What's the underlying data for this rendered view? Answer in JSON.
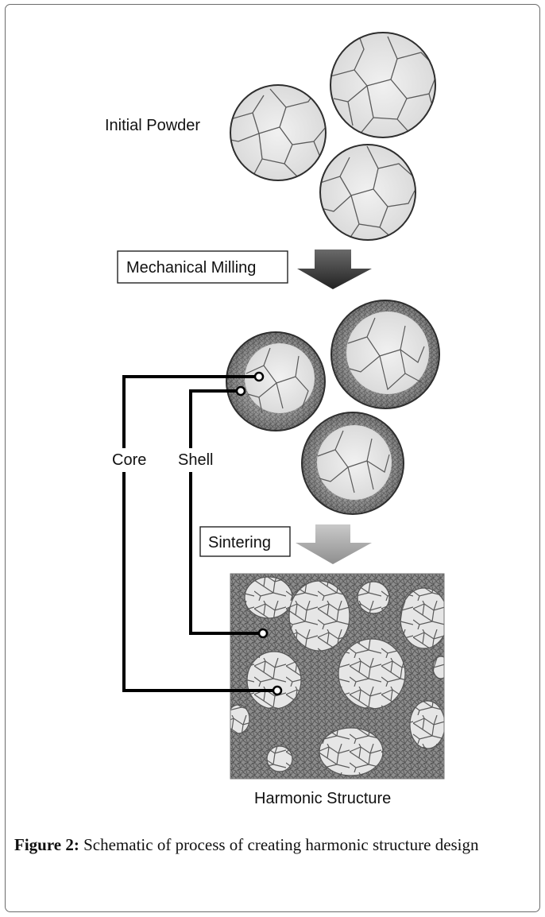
{
  "labels": {
    "initial_powder": "Initial Powder",
    "mechanical_milling": "Mechanical Milling",
    "core": "Core",
    "shell": "Shell",
    "sintering": "Sintering",
    "harmonic_structure": "Harmonic Structure"
  },
  "caption": {
    "figure_label": "Figure 2:",
    "text": "Schematic of process of creating harmonic structure design"
  },
  "colors": {
    "grain_fill": "#e4e4e4",
    "grain_edge": "#5a5a5a",
    "shell_fill": "#8a8a8a",
    "arrow_dark": "#3a3a3a",
    "arrow_light": "#a6a6a6"
  }
}
